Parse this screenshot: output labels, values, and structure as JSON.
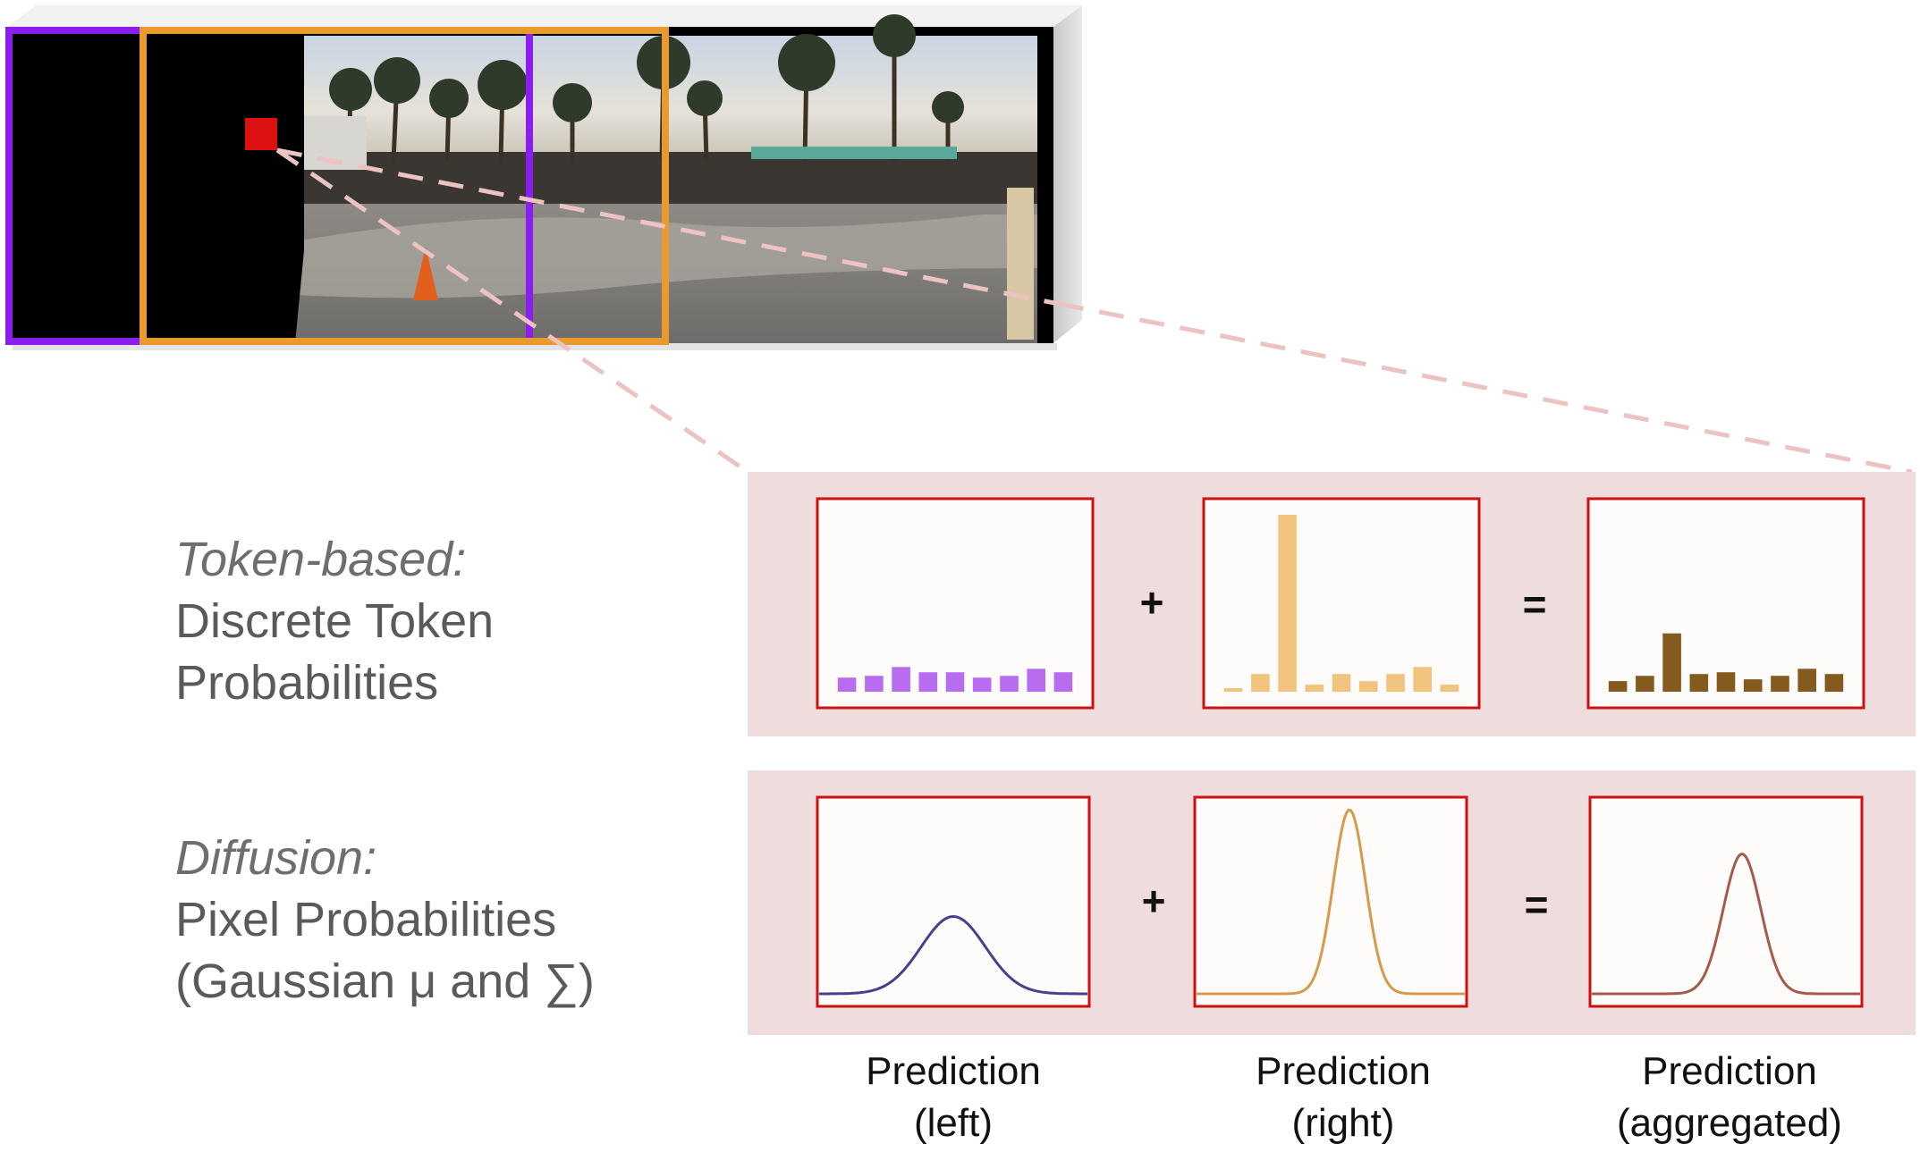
{
  "rows": [
    {
      "title": "Token-based:",
      "lines": [
        "Discrete Token",
        "Probabilities"
      ]
    },
    {
      "title": "Diffusion:",
      "lines": [
        "Pixel Probabilities",
        "(Gaussian μ and ∑)"
      ]
    }
  ],
  "operators": {
    "plus": "+",
    "equals": "="
  },
  "columns": [
    {
      "line1": "Prediction",
      "line2": "(left)"
    },
    {
      "line1": "Prediction",
      "line2": "(right)"
    },
    {
      "line1": "Prediction",
      "line2": "(aggregated)"
    }
  ],
  "colors": {
    "panel_bg": "#efdcdc",
    "box_border": "#cc1111",
    "box_fill": "#fdfcfb",
    "left_bars": "#b86cf0",
    "right_bars": "#f0c47e",
    "agg_bars": "#855a1e",
    "left_curve": "#4a3f8f",
    "right_curve": "#d69a4a",
    "agg_curve": "#a55a4a",
    "purple_window": "#8a1ef0",
    "orange_window": "#e89a2e",
    "marker": "#dd1111",
    "leader": "#ecc2c2"
  },
  "chart_data": [
    {
      "type": "bar",
      "name": "token-left",
      "values": [
        0.08,
        0.09,
        0.14,
        0.11,
        0.11,
        0.08,
        0.09,
        0.13,
        0.11
      ]
    },
    {
      "type": "bar",
      "name": "token-right",
      "values": [
        0.02,
        0.1,
        1.0,
        0.04,
        0.1,
        0.06,
        0.1,
        0.14,
        0.04
      ]
    },
    {
      "type": "bar",
      "name": "token-aggregated",
      "values": [
        0.06,
        0.09,
        0.33,
        0.1,
        0.11,
        0.07,
        0.09,
        0.13,
        0.1
      ]
    },
    {
      "type": "line",
      "name": "gaussian-left",
      "mean": 0.5,
      "std": 0.12,
      "peak": 0.42
    },
    {
      "type": "line",
      "name": "gaussian-right",
      "mean": 0.57,
      "std": 0.06,
      "peak": 1.0
    },
    {
      "type": "line",
      "name": "gaussian-aggregated",
      "mean": 0.56,
      "std": 0.07,
      "peak": 0.76
    }
  ]
}
